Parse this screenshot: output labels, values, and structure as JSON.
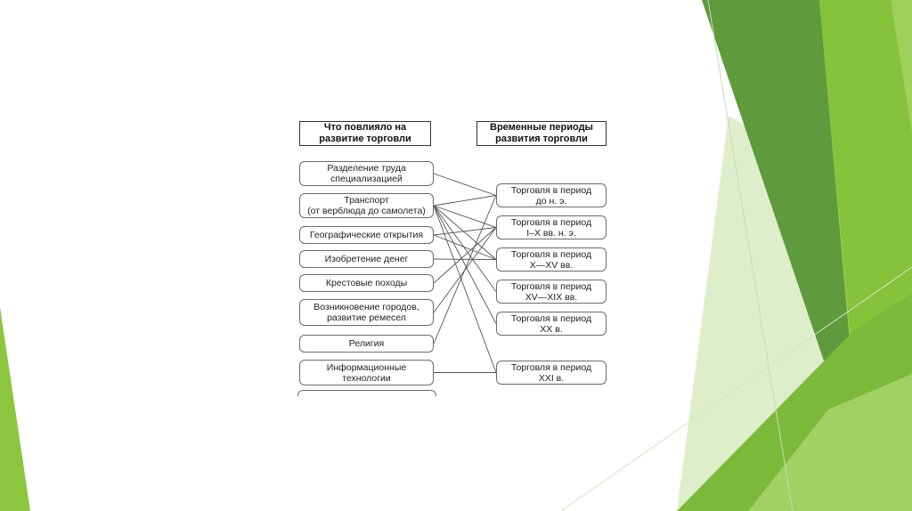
{
  "headers": {
    "left": "Что повлияло на\nразвитие торговли",
    "right": "Временные периоды\nразвития торговли"
  },
  "factors": [
    "Разделение труда\nспециализацией",
    "Транспорт\n(от верблюда до самолета)",
    "Географические открытия",
    "Изобретение денег",
    "Крестовые походы",
    "Возникновение городов,\nразвитие ремесел",
    "Религия",
    "Информационные\nтехнологии"
  ],
  "periods": [
    "Торговля в период\nдо н. э.",
    "Торговля в период\nI–X вв. н. э.",
    "Торговля в период\nX—XV вв.",
    "Торговля в период\nXV—XIX вв.",
    "Торговля в период\nXX в.",
    "Торговля в период\nXXI в."
  ],
  "connections": [
    [
      0,
      0
    ],
    [
      1,
      0
    ],
    [
      1,
      1
    ],
    [
      1,
      2
    ],
    [
      1,
      3
    ],
    [
      1,
      4
    ],
    [
      1,
      5
    ],
    [
      2,
      1
    ],
    [
      2,
      2
    ],
    [
      3,
      2
    ],
    [
      4,
      1
    ],
    [
      5,
      1
    ],
    [
      6,
      0
    ],
    [
      7,
      5
    ]
  ],
  "theme_colors": {
    "light_green": "#c5e0a3",
    "mid_green": "#8dc043",
    "dark_green": "#5e9a3a",
    "bright_green": "#7bbf2e"
  }
}
